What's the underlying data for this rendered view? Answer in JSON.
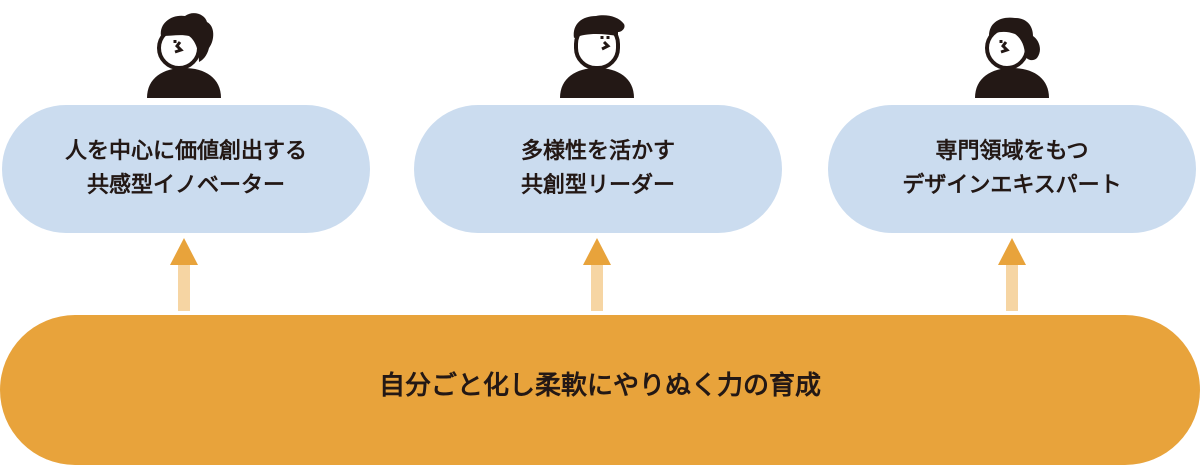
{
  "colors": {
    "pill_fill": "#cbdcef",
    "base_fill": "#e8a33b",
    "arrow_head": "#e8a33b",
    "arrow_shaft": "#f6d5a3",
    "icon_fill": "#231815",
    "text": "#231815"
  },
  "roles": [
    {
      "avatar": "person-curly-hair-icon",
      "line1": "人を中心に価値創出する",
      "line2": "共感型イノベーター"
    },
    {
      "avatar": "person-short-hair-icon",
      "line1": "多様性を活かす",
      "line2": "共創型リーダー"
    },
    {
      "avatar": "person-ponytail-icon",
      "line1": "専門領域をもつ",
      "line2": "デザインエキスパート"
    }
  ],
  "foundation": {
    "label": "自分ごと化し柔軟にやりぬく力の育成"
  }
}
